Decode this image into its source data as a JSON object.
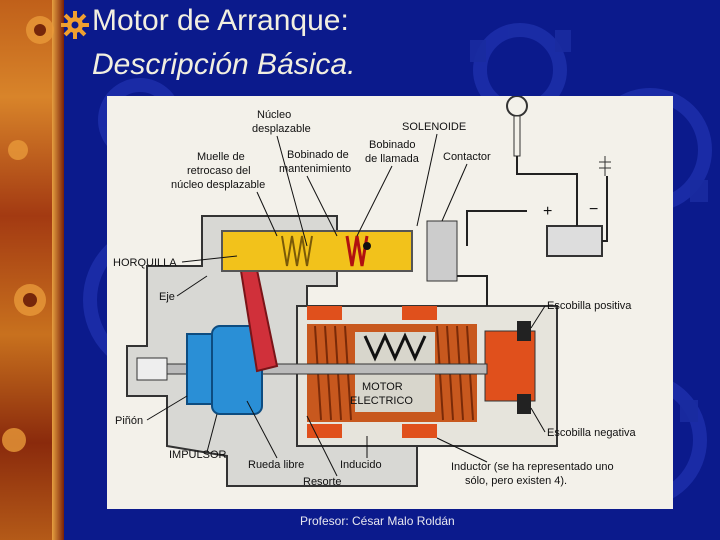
{
  "slide": {
    "title_line1": "Motor de Arranque:",
    "title_line2": "Descripción  Básica.",
    "footer": "Profesor: César Malo Roldán"
  },
  "diagram": {
    "labels": {
      "nucleo1": "Núcleo",
      "nucleo2": "desplazable",
      "solenoide": "SOLENOIDE",
      "bobinado_llamada1": "Bobinado",
      "bobinado_llamada2": "de llamada",
      "muelle1": "Muelle de",
      "muelle2": "retrocaso del",
      "muelle3": "núcleo desplazable",
      "bobinado_mant1": "Bobinado de",
      "bobinado_mant2": "mantenimiento",
      "contactor": "Contactor",
      "horquilla": "HORQUILLA",
      "eje": "Eje",
      "escobilla_positiva": "Escobilla positiva",
      "motor1": "MOTOR",
      "motor2": "ELECTRICO",
      "pinon": "Piñón",
      "escobilla_negativa": "Escobilla negativa",
      "impulsor": "IMPULSOR",
      "rueda_libre": "Rueda libre",
      "inducido": "Inducido",
      "resorte": "Resorte",
      "inductor1": "Inductor (se ha representado uno",
      "inductor2": "sólo, pero existen 4).",
      "plus": "+",
      "minus": "−"
    }
  },
  "colors": {
    "background": "#0b1a8c",
    "solenoid_yellow": "#f2c21b",
    "armature_copper": "#c8581e",
    "impulsor_blue": "#2a8fd6",
    "fork_red": "#d0303a"
  }
}
